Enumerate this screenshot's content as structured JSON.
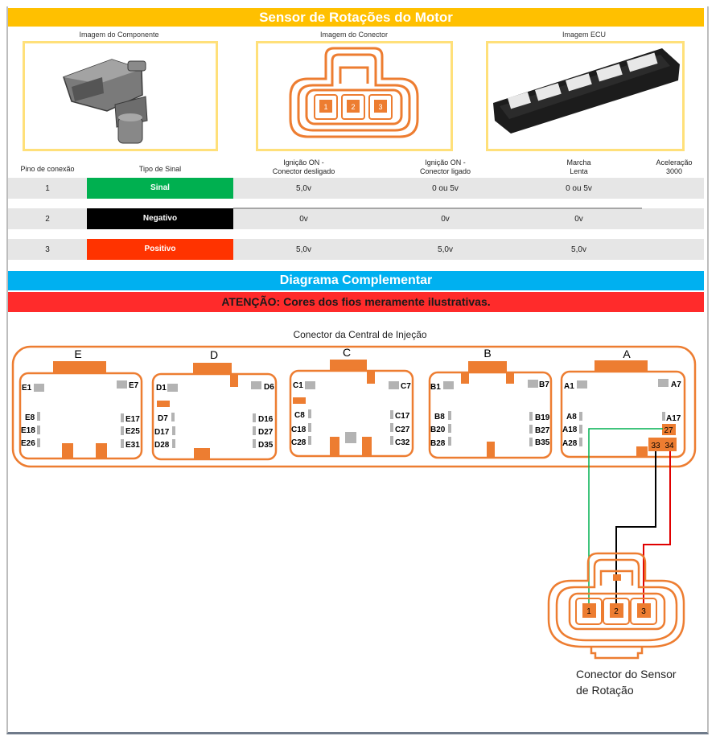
{
  "header": {
    "title": "Sensor de Rotações do Motor"
  },
  "images": {
    "component_label": "Imagem do Componente",
    "connector_label": "Imagem do Conector",
    "ecu_label": "Imagem ECU"
  },
  "connector_pins": [
    "1",
    "2",
    "3"
  ],
  "table": {
    "headers": {
      "pin": "Pino de conexão",
      "signal_type": "Tipo de Sinal",
      "ign_off_1": "Ignição ON -",
      "ign_off_2": "Conector desligado",
      "ign_on_1": "Ignição ON -",
      "ign_on_2": "Conector ligado",
      "idle_1": "Marcha",
      "idle_2": "Lenta",
      "accel_1": "Aceleração",
      "accel_2": "3000"
    },
    "rows": [
      {
        "pin": "1",
        "signal": "Sinal",
        "color": "#00b050",
        "ign_off": "5,0v",
        "ign_on": "0 ou 5v",
        "idle": "0 ou 5v",
        "accel": ""
      },
      {
        "pin": "2",
        "signal": "Negativo",
        "color": "#000000",
        "ign_off": "0v",
        "ign_on": "0v",
        "idle": "0v",
        "accel": ""
      },
      {
        "pin": "3",
        "signal": "Positivo",
        "color": "#ff3300",
        "ign_off": "5,0v",
        "ign_on": "5,0v",
        "idle": "5,0v",
        "accel": ""
      }
    ]
  },
  "diagram": {
    "title": "Diagrama Complementar",
    "warning": "ATENÇÃO: Cores dos fios meramente ilustrativas.",
    "ecu_title": "Conector da Central de Injeção",
    "blocks": [
      {
        "letter": "E",
        "pins": [
          "E1",
          "E7",
          "E8",
          "E17",
          "E18",
          "E25",
          "E26",
          "E31"
        ]
      },
      {
        "letter": "D",
        "pins": [
          "D1",
          "D6",
          "D7",
          "D16",
          "D17",
          "D27",
          "D28",
          "D35"
        ]
      },
      {
        "letter": "C",
        "pins": [
          "C1",
          "C7",
          "C8",
          "C17",
          "C18",
          "C27",
          "C28",
          "C32"
        ]
      },
      {
        "letter": "B",
        "pins": [
          "B1",
          "B7",
          "B8",
          "B19",
          "B20",
          "B27",
          "B28",
          "B35"
        ]
      },
      {
        "letter": "A",
        "pins": [
          "A1",
          "A7",
          "A8",
          "A17",
          "A18",
          "A28"
        ]
      }
    ],
    "ecu_wire_pins": [
      "27",
      "33",
      "34"
    ],
    "sensor_pins": [
      "1",
      "2",
      "3"
    ],
    "sensor_title_1": "Conector do Sensor",
    "sensor_title_2": "de Rotação",
    "wire_colors": {
      "green": "#00b050",
      "black": "#000000",
      "red": "#e00000",
      "orange": "#ed7d31"
    }
  }
}
